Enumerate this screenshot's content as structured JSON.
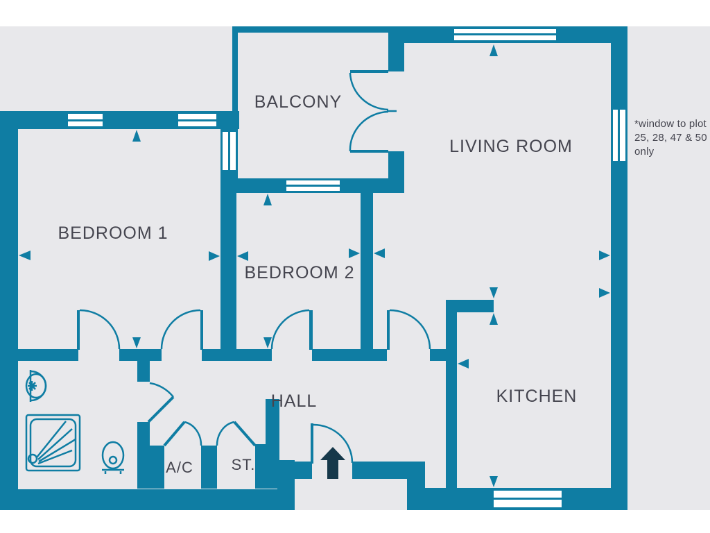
{
  "colors": {
    "wall": "#0f7da3",
    "bg": "#e8e8eb",
    "page": "#ffffff",
    "text": "#45454f",
    "arrow": "#16384a",
    "window": "#ffffff"
  },
  "rooms": {
    "balcony": {
      "label": "BALCONY"
    },
    "living": {
      "label": "LIVING ROOM"
    },
    "bedroom1": {
      "label": "BEDROOM 1"
    },
    "bedroom2": {
      "label": "BEDROOM 2"
    },
    "hall": {
      "label": "HALL"
    },
    "kitchen": {
      "label": "KITCHEN"
    },
    "ac": {
      "label": "A/C"
    },
    "store": {
      "label": "ST."
    }
  },
  "annotation": {
    "line1": "*window to plot",
    "line2": "25, 28, 47 & 50",
    "line3": "only"
  },
  "icons": {
    "entrance": "entrance-arrow",
    "bath": [
      "sink-icon",
      "shower-icon",
      "toilet-icon"
    ]
  }
}
